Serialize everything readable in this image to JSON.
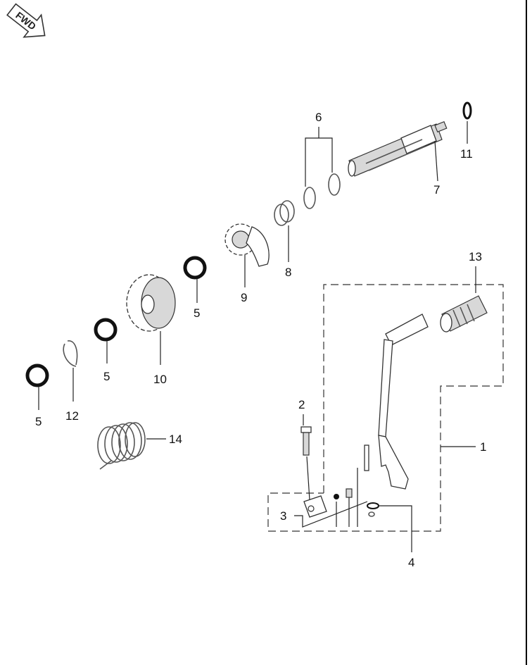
{
  "direction_marker": {
    "text": "FWD",
    "icon": "forward-arrow-icon"
  },
  "callouts": [
    "1",
    "2",
    "3",
    "4",
    "5",
    "5",
    "5",
    "6",
    "7",
    "8",
    "9",
    "10",
    "11",
    "12",
    "13",
    "14"
  ],
  "labels": {
    "c1": "1",
    "c2": "2",
    "c3": "3",
    "c4": "4",
    "c5a": "5",
    "c5b": "5",
    "c5c": "5",
    "c6": "6",
    "c7": "7",
    "c8": "8",
    "c9": "9",
    "c10": "10",
    "c11": "11",
    "c12": "12",
    "c13": "13",
    "c14": "14"
  }
}
